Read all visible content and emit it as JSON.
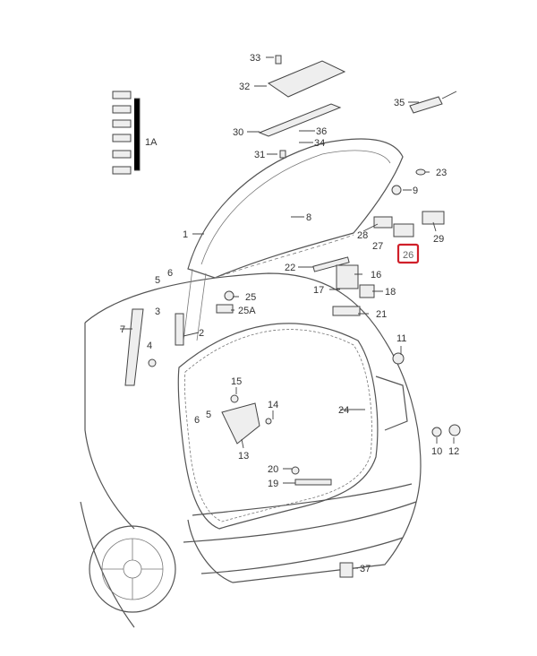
{
  "diagram": {
    "highlighted_part": "26",
    "highlight_color": "#d0202a",
    "labels": [
      "33",
      "32",
      "35",
      "30",
      "36",
      "34",
      "31",
      "1A",
      "23",
      "9",
      "1",
      "8",
      "28",
      "27",
      "29",
      "26",
      "22",
      "16",
      "5",
      "6",
      "17",
      "18",
      "25",
      "25A",
      "21",
      "3",
      "7",
      "2",
      "4",
      "11",
      "15",
      "14",
      "24",
      "6",
      "5",
      "13",
      "10",
      "12",
      "20",
      "19",
      "37"
    ]
  }
}
